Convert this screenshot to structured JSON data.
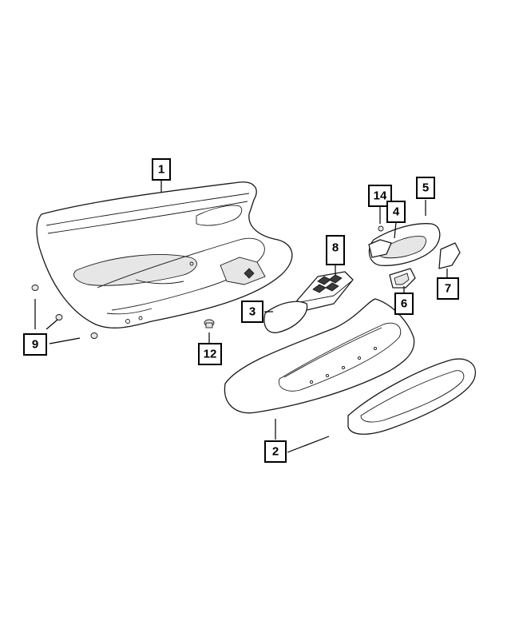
{
  "callouts": {
    "c1": "1",
    "c2": "2",
    "c3": "3",
    "c4": "4",
    "c5": "5",
    "c6": "6",
    "c7": "7",
    "c8": "8",
    "c9": "9",
    "c12": "12",
    "c14": "14"
  }
}
